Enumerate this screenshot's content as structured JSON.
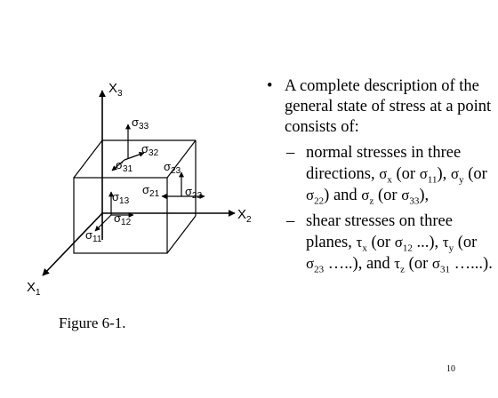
{
  "figure": {
    "caption": "Figure 6-1.",
    "axes": {
      "x1": "X",
      "x1_sub": "1",
      "x2": "X",
      "x2_sub": "2",
      "x3": "X",
      "x3_sub": "3"
    },
    "labels": {
      "s33": "33",
      "s32": "32",
      "s31": "31",
      "s23": "23",
      "s21": "21",
      "s22": "22",
      "s13": "13",
      "s12": "12",
      "s11": "11"
    }
  },
  "text": {
    "bullet1": "A complete description of the general state of stress at a point consists of:",
    "normal": {
      "intro": "normal stresses in three directions,",
      "sx": "x",
      "or1": "(or",
      "s11": "11",
      "close_comma": "),",
      "sy": "y",
      "s22": "22",
      "and": ") and",
      "sz": "z",
      "or2": "(or",
      "s33": "33",
      "end": "),"
    },
    "shear": {
      "intro": "shear stresses on three planes,",
      "tx": "x",
      "or1": "(or",
      "s12": "12",
      "tail1": "...),",
      "ty": "y",
      "or2": "(or",
      "s23": "23",
      "tail2": "…..), and",
      "tz": "z",
      "or3": "(or",
      "s31": "31",
      "tail3": "…...)."
    }
  },
  "page_number": "10"
}
